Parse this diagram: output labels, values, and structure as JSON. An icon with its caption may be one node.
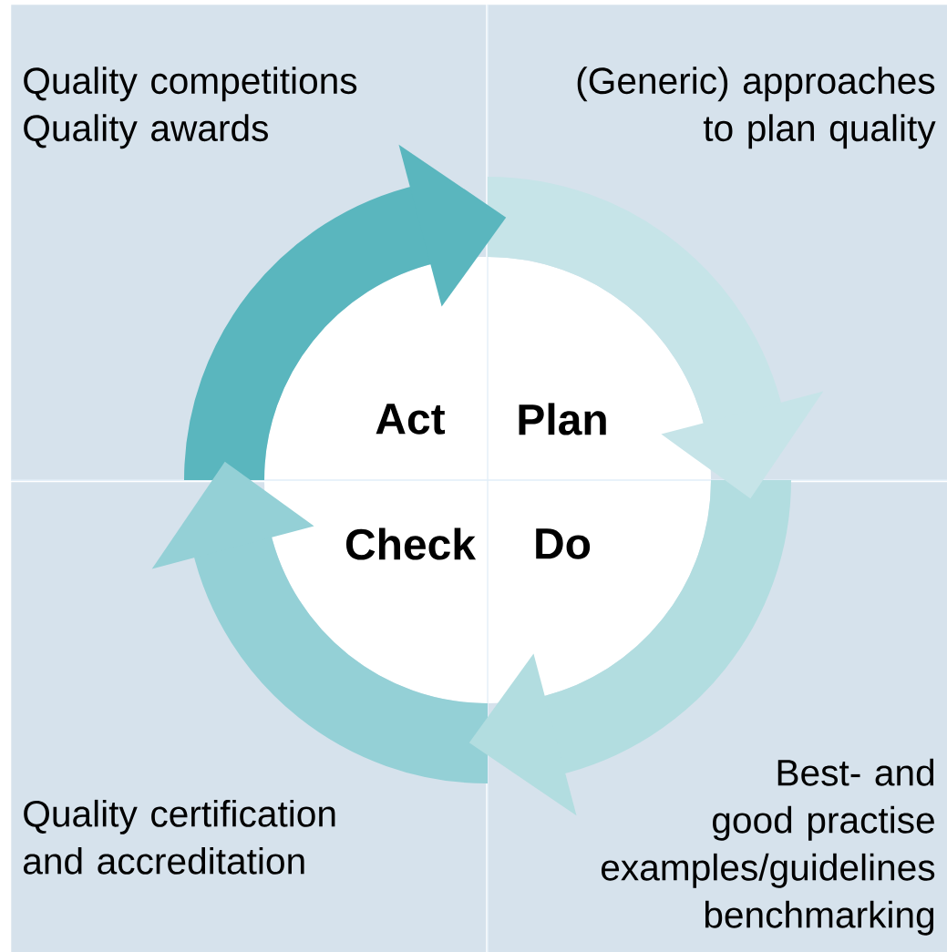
{
  "diagram": {
    "nodes": [
      {
        "text": [
          "Quality competitions",
          "Quality awards"
        ]
      },
      {
        "text": [
          "(Generic) approaches to plan quality"
        ]
      },
      {
        "text": [
          "Quality certification and accreditation"
        ]
      },
      {
        "text": [
          "Best- and good practise examples/guidelines",
          "benchmarking"
        ]
      },
      {
        "text": [
          "Act"
        ],
        "in": 0
      },
      {
        "text": [
          "Plan"
        ],
        "in": 1
      },
      {
        "text": [
          "Check"
        ],
        "in": 2
      },
      {
        "text": [
          "Do"
        ],
        "in": 3
      }
    ]
  }
}
